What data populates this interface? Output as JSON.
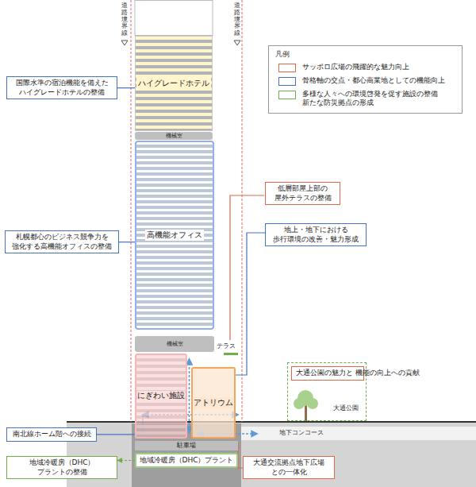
{
  "diagram": {
    "nodes": [
      {
        "text": [
          "国際水準の宿泊機能を備えた ハイグレードホテルの整備"
        ]
      },
      {
        "text": [
          "ハイグレードホテル"
        ]
      },
      {
        "text": [
          "機械室"
        ]
      },
      {
        "text": [
          "低層部屋上部の 屋外テラスの整備"
        ]
      },
      {
        "text": [
          "地上・地下における 歩行環境の改善・魅力形成"
        ]
      },
      {
        "text": [
          "札幌都心のビジネス競争力を 強化する高機能オフィスの整備"
        ]
      },
      {
        "text": [
          "高機能オフィス"
        ]
      },
      {
        "text": [
          "機械室"
        ]
      },
      {
        "text": [
          "にぎわい施設"
        ]
      },
      {
        "text": [
          "アトリウム"
        ]
      },
      {
        "text": [
          "大通公園"
        ]
      },
      {
        "text": [
          "大通公園の魅力と 機能の向上への貢献"
        ],
        "in": 10
      },
      {
        "text": [
          "南北線ホーム階への接続"
        ]
      },
      {
        "text": [
          "駐車場"
        ]
      },
      {
        "text": [
          "地域冷暖房（DHC） プラントの整備"
        ]
      },
      {
        "text": [
          "地域冷暖房（DHC）プラント"
        ]
      },
      {
        "text": [
          "大通交流拠点地下広場 との一体化"
        ]
      }
    ],
    "edges": [
      {
        "from": 0,
        "to": 1,
        "arrow": "none"
      },
      {
        "from": 5,
        "to": 6,
        "arrow": "none"
      },
      {
        "from": 4,
        "to": 9,
        "arrow": "none"
      },
      {
        "from": 12,
        "to": 8,
        "arrow": "none"
      },
      {
        "from": 15,
        "to": 14,
        "arrow": "to"
      }
    ],
    "labels": [
      "道路境界線",
      "道路境界線",
      "凡例",
      "テラス",
      "地下コンコース"
    ],
    "legend": [
      {
        "text": "サッポロ広場の飛躍的な魅力向上",
        "color": "#e2674a"
      },
      {
        "text": "骨格軸の交点・都心商業地としての機能向上",
        "color": "#4472c4"
      },
      {
        "text": "多様な人々への環境啓発を促す施設の整備 新たな防災拠点の形成",
        "color": "#70ad47"
      }
    ]
  }
}
